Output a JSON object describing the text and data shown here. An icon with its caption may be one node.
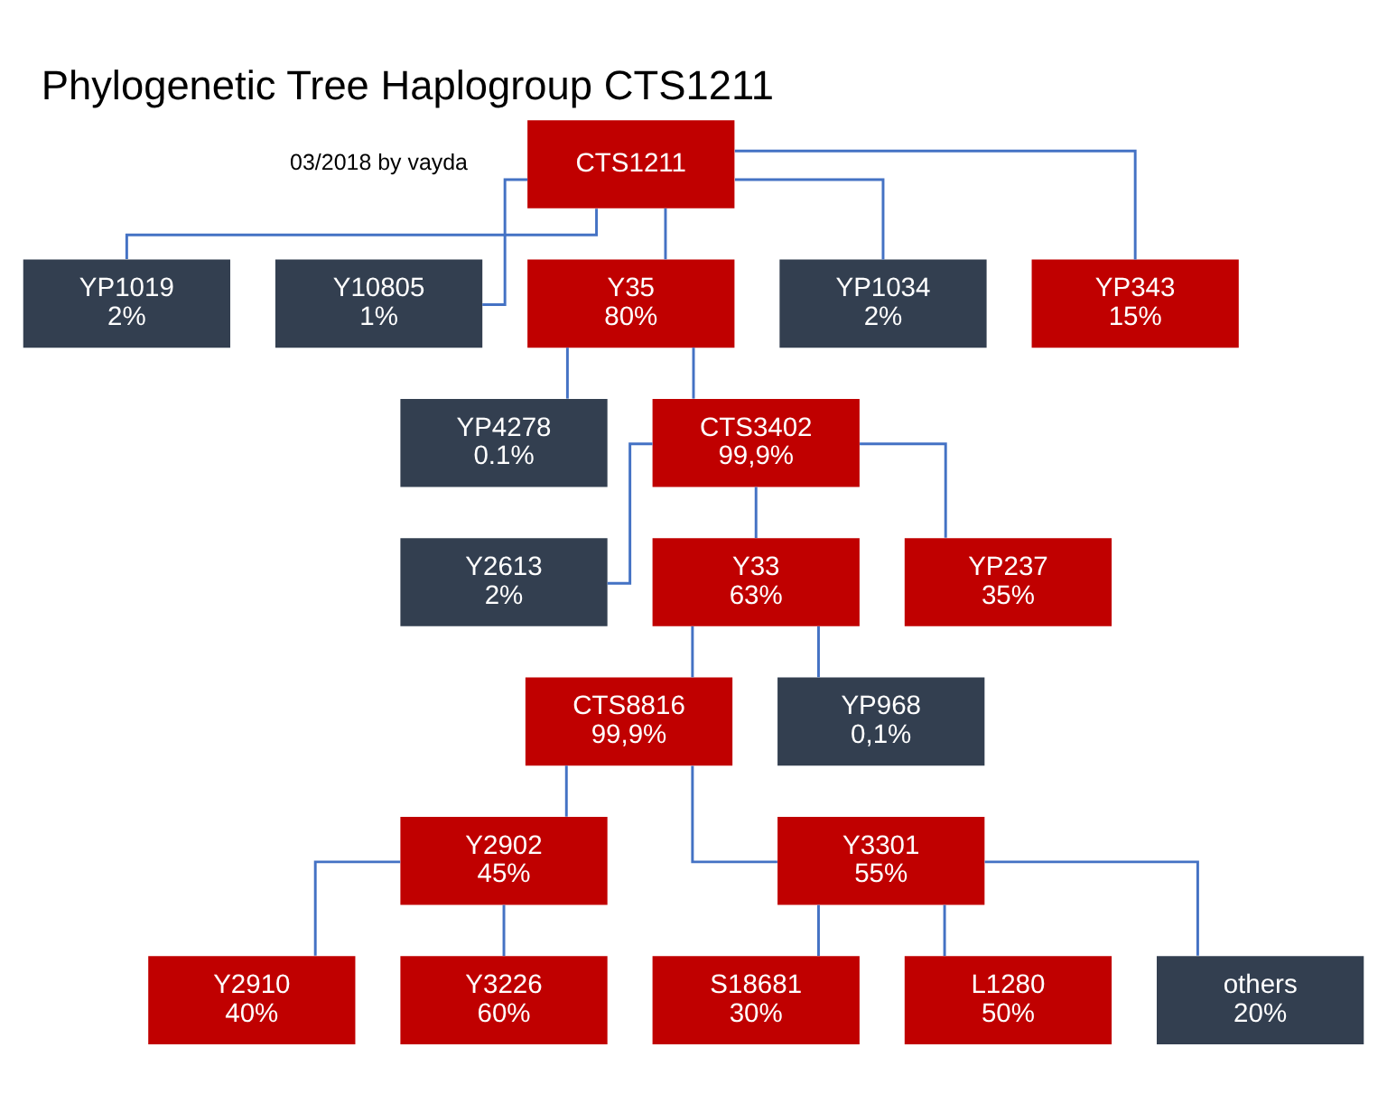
{
  "diagram": {
    "title": "Phylogenetic Tree Haplogroup CTS1211",
    "nodes": [
      {
        "text": [
          "CTS1211"
        ]
      },
      {
        "text": [
          "YP1019",
          "2%"
        ]
      },
      {
        "text": [
          "Y10805",
          "1%"
        ]
      },
      {
        "text": [
          "Y35",
          "80%"
        ]
      },
      {
        "text": [
          "YP1034",
          "2%"
        ]
      },
      {
        "text": [
          "YP343",
          "15%"
        ]
      },
      {
        "text": [
          "YP4278",
          "0.1%"
        ]
      },
      {
        "text": [
          "CTS3402",
          "99,9%"
        ]
      },
      {
        "text": [
          "Y2613",
          "2%"
        ]
      },
      {
        "text": [
          "Y33",
          "63%"
        ]
      },
      {
        "text": [
          "YP237",
          "35%"
        ]
      },
      {
        "text": [
          "CTS8816",
          "99,9%"
        ]
      },
      {
        "text": [
          "YP968",
          "0,1%"
        ]
      },
      {
        "text": [
          "Y2902",
          "45%"
        ]
      },
      {
        "text": [
          "Y3301",
          "55%"
        ]
      },
      {
        "text": [
          "Y2910",
          "40%"
        ]
      },
      {
        "text": [
          "Y3226",
          "60%"
        ]
      },
      {
        "text": [
          "S18681",
          "30%"
        ]
      },
      {
        "text": [
          "L1280",
          "50%"
        ]
      },
      {
        "text": [
          "others",
          "20%"
        ]
      }
    ],
    "edges": [
      {
        "from": 0,
        "to": 1,
        "arrow": "none"
      },
      {
        "from": 0,
        "to": 2,
        "arrow": "none"
      },
      {
        "from": 0,
        "to": 3,
        "arrow": "none"
      },
      {
        "from": 0,
        "to": 4,
        "arrow": "none"
      },
      {
        "from": 0,
        "to": 5,
        "arrow": "none"
      },
      {
        "from": 3,
        "to": 6,
        "arrow": "none"
      },
      {
        "from": 3,
        "to": 7,
        "arrow": "none"
      },
      {
        "from": 7,
        "to": 8,
        "arrow": "none"
      },
      {
        "from": 7,
        "to": 9,
        "arrow": "none"
      },
      {
        "from": 7,
        "to": 10,
        "arrow": "none"
      },
      {
        "from": 9,
        "to": 11,
        "arrow": "none"
      },
      {
        "from": 9,
        "to": 12,
        "arrow": "none"
      },
      {
        "from": 11,
        "to": 13,
        "arrow": "none"
      },
      {
        "from": 11,
        "to": 14,
        "arrow": "none"
      },
      {
        "from": 13,
        "to": 15,
        "arrow": "none"
      },
      {
        "from": 13,
        "to": 16,
        "arrow": "none"
      },
      {
        "from": 14,
        "to": 17,
        "arrow": "none"
      },
      {
        "from": 14,
        "to": 18,
        "arrow": "none"
      },
      {
        "from": 14,
        "to": 19,
        "arrow": "none"
      }
    ],
    "labels": [
      "03/2018 by vayda"
    ]
  }
}
